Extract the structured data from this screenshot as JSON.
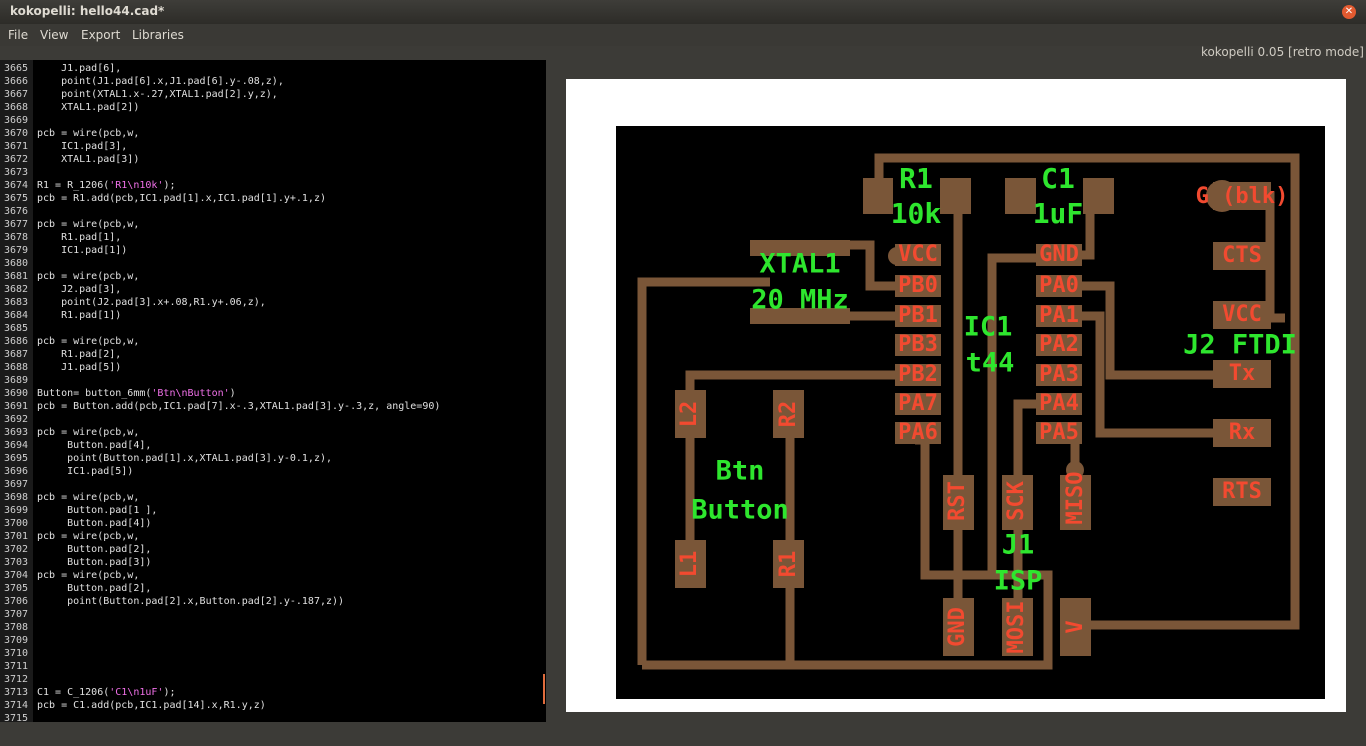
{
  "window": {
    "title": "kokopelli:  hello44.cad*"
  },
  "menu": {
    "items": [
      "File",
      "View",
      "Export",
      "Libraries"
    ]
  },
  "status": {
    "version": "kokopelli 0.05 [retro mode]"
  },
  "editor": {
    "lines": [
      {
        "n": "3665",
        "t": "    J1.pad[6],"
      },
      {
        "n": "3666",
        "t": "    point(J1.pad[6].x,J1.pad[6].y-.08,z),"
      },
      {
        "n": "3667",
        "t": "    point(XTAL1.x-.27,XTAL1.pad[2].y,z),"
      },
      {
        "n": "3668",
        "t": "    XTAL1.pad[2])"
      },
      {
        "n": "3669",
        "t": ""
      },
      {
        "n": "3670",
        "t": "pcb = wire(pcb,w,"
      },
      {
        "n": "3671",
        "t": "    IC1.pad[3],"
      },
      {
        "n": "3672",
        "t": "    XTAL1.pad[3])"
      },
      {
        "n": "3673",
        "t": ""
      },
      {
        "n": "3674",
        "t": "R1 = R_1206(",
        "s": "'R1\\n10k'",
        "a": ");"
      },
      {
        "n": "3675",
        "t": "pcb = R1.add(pcb,IC1.pad[1].x,IC1.pad[1].y+.1,z)"
      },
      {
        "n": "3676",
        "t": ""
      },
      {
        "n": "3677",
        "t": "pcb = wire(pcb,w,"
      },
      {
        "n": "3678",
        "t": "    R1.pad[1],"
      },
      {
        "n": "3679",
        "t": "    IC1.pad[1])"
      },
      {
        "n": "3680",
        "t": ""
      },
      {
        "n": "3681",
        "t": "pcb = wire(pcb,w,"
      },
      {
        "n": "3682",
        "t": "    J2.pad[3],"
      },
      {
        "n": "3683",
        "t": "    point(J2.pad[3].x+.08,R1.y+.06,z),"
      },
      {
        "n": "3684",
        "t": "    R1.pad[1])"
      },
      {
        "n": "3685",
        "t": ""
      },
      {
        "n": "3686",
        "t": "pcb = wire(pcb,w,"
      },
      {
        "n": "3687",
        "t": "    R1.pad[2],"
      },
      {
        "n": "3688",
        "t": "    J1.pad[5])"
      },
      {
        "n": "3689",
        "t": ""
      },
      {
        "n": "3690",
        "t": "Button= button_6mm(",
        "s": "'Btn\\nButton'",
        "a": ")"
      },
      {
        "n": "3691",
        "t": "pcb = Button.add(pcb,IC1.pad[7].x-.3,XTAL1.pad[3].y-.3,z, angle=90)"
      },
      {
        "n": "3692",
        "t": ""
      },
      {
        "n": "3693",
        "t": "pcb = wire(pcb,w,"
      },
      {
        "n": "3694",
        "t": "     Button.pad[4],"
      },
      {
        "n": "3695",
        "t": "     point(Button.pad[1].x,XTAL1.pad[3].y-0.1,z),"
      },
      {
        "n": "3696",
        "t": "     IC1.pad[5])"
      },
      {
        "n": "3697",
        "t": ""
      },
      {
        "n": "3698",
        "t": "pcb = wire(pcb,w,"
      },
      {
        "n": "3699",
        "t": "     Button.pad[1 ],"
      },
      {
        "n": "3700",
        "t": "     Button.pad[4])"
      },
      {
        "n": "3701",
        "t": "pcb = wire(pcb,w,"
      },
      {
        "n": "3702",
        "t": "     Button.pad[2],"
      },
      {
        "n": "3703",
        "t": "     Button.pad[3])"
      },
      {
        "n": "3704",
        "t": "pcb = wire(pcb,w,"
      },
      {
        "n": "3705",
        "t": "     Button.pad[2],"
      },
      {
        "n": "3706",
        "t": "     point(Button.pad[2].x,Button.pad[2].y-.187,z))"
      },
      {
        "n": "3707",
        "t": ""
      },
      {
        "n": "3708",
        "t": ""
      },
      {
        "n": "3709",
        "t": ""
      },
      {
        "n": "3710",
        "t": ""
      },
      {
        "n": "3711",
        "t": ""
      },
      {
        "n": "3712",
        "t": ""
      },
      {
        "n": "3713",
        "t": "C1 = C_1206(",
        "s": "'C1\\n1uF'",
        "a": ");"
      },
      {
        "n": "3714",
        "t": "pcb = C1.add(pcb,IC1.pad[14].x,R1.y,z)"
      },
      {
        "n": "3715",
        "t": ""
      }
    ]
  },
  "colors": {
    "trace": "#7a5638",
    "pad_label": "#f24a30",
    "part_label": "#2ee62e",
    "string": "#f070e8",
    "board": "#000000"
  },
  "pcb": {
    "part_labels": [
      "R1",
      "10k",
      "C1",
      "1uF",
      "XTAL1",
      "20 MHz",
      "IC1",
      "t44",
      "J2 FTDI",
      "Btn",
      "Button",
      "J1",
      "ISP"
    ],
    "pad_labels_ic_left": [
      "VCC",
      "PB0",
      "PB1",
      "PB3",
      "PB2",
      "PA7",
      "PA6"
    ],
    "pad_labels_ic_right": [
      "GND",
      "PA0",
      "PA1",
      "PA2",
      "PA3",
      "PA4",
      "PA5"
    ],
    "pad_labels_ftdi": [
      "G (blk)",
      "CTS",
      "VCC",
      "Tx",
      "Rx",
      "RTS"
    ],
    "pad_labels_button": [
      "L2",
      "R2",
      "L1",
      "R1"
    ],
    "pad_labels_isp": [
      "RST",
      "SCK",
      "MISO",
      "GND",
      "MOSI",
      "V"
    ]
  }
}
